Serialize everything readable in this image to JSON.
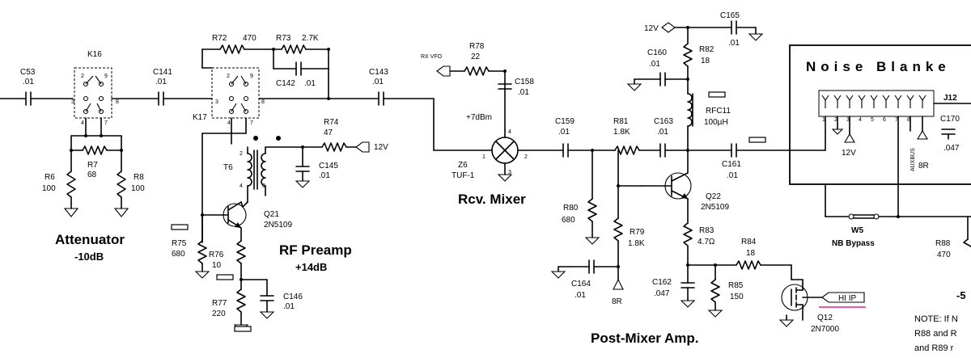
{
  "labels": {
    "c53_ref": "C53",
    "c53_val": ".01",
    "k16_ref": "K16",
    "c141_ref": "C141",
    "c141_val": ".01",
    "r6_ref": "R6",
    "r6_val": "100",
    "r7_ref": "R7",
    "r7_val": "68",
    "r8_ref": "R8",
    "r8_val": "100",
    "attenuator_title": "Attenuator",
    "attenuator_sub": "-10dB",
    "r72": "R72",
    "r72_val": "470",
    "r73": "R73",
    "r73_val": "2.7K",
    "c142": "C142",
    "c142_val": ".01",
    "k17_ref": "K17",
    "r74_ref": "R74",
    "r74_val": "47",
    "v12_a": "12V",
    "t6_ref": "T6",
    "c145_ref": "C145",
    "c145_val": ".01",
    "q21_ref": "Q21",
    "q21_part": "2N5109",
    "r75_ref": "R75",
    "r75_val": "680",
    "r76_ref": "R76",
    "r76_val": "10",
    "r77_ref": "R77",
    "r77_val": "220",
    "c146_ref": "C146",
    "c146_val": ".01",
    "rf_preamp_title": "RF Preamp",
    "rf_preamp_gain": "+14dB",
    "c143_ref": "C143",
    "c143_val": ".01",
    "rxvfo": "RX VFO",
    "r78_ref": "R78",
    "r78_val": "22",
    "c158_ref": "C158",
    "c158_val": ".01",
    "dbm": "+7dBm",
    "z6_ref": "Z6",
    "z6_part": "TUF-1",
    "rcv_mixer": "Rcv. Mixer",
    "c159_ref": "C159",
    "c159_val": ".01",
    "r81_ref": "R81",
    "r81_val": "1.8K",
    "c163_ref": "C163",
    "c163_val": ".01",
    "v12_b": "12V",
    "c160_ref": "C160",
    "c160_val": ".01",
    "r82_ref": "R82",
    "r82_val": "18",
    "c165_ref": "C165",
    "c165_val": ".01",
    "rfc11_ref": "RFC11",
    "rfc11_val": "100µH",
    "c161_ref": "C161",
    "c161_val": ".01",
    "q22_ref": "Q22",
    "q22_part": "2N5109",
    "r80_ref": "R80",
    "r80_val": "680",
    "r79_ref": "R79",
    "r79_val": "1.8K",
    "r83_ref": "R83",
    "r83_val": "4.7Ω",
    "r84_ref": "R84",
    "r84_val": "18",
    "c164_ref": "C164",
    "c164_val": ".01",
    "tag_8r": "8R",
    "c162_ref": "C162",
    "c162_val": ".047",
    "r85_ref": "R85",
    "r85_val": "150",
    "q12_ref": "Q12",
    "q12_part": "2N7000",
    "hi_ip": "HI IP",
    "post_mixer": "Post-Mixer Amp.",
    "nb_title": "Noise Blanke",
    "j12": "J12",
    "c170_ref": "C170",
    "c170_val": ".047",
    "v12_c": "12V",
    "auxbus": "AUXBUS",
    "tag_8r_b": "8R",
    "w5_ref": "W5",
    "w5_desc": "NB Bypass",
    "r88_ref": "R88",
    "r88_val": "470",
    "minus5": "-5",
    "note1": "NOTE: If N",
    "note2": "R88 and R",
    "note3": "and R89 r"
  },
  "pins": {
    "p1": "1",
    "p2": "2",
    "p3": "3",
    "p4": "4",
    "p5": "5",
    "p6": "6",
    "p7": "7",
    "p8": "8",
    "p9": "9"
  },
  "colors": {
    "wire": "#000000",
    "highlight": "#e0218a"
  }
}
